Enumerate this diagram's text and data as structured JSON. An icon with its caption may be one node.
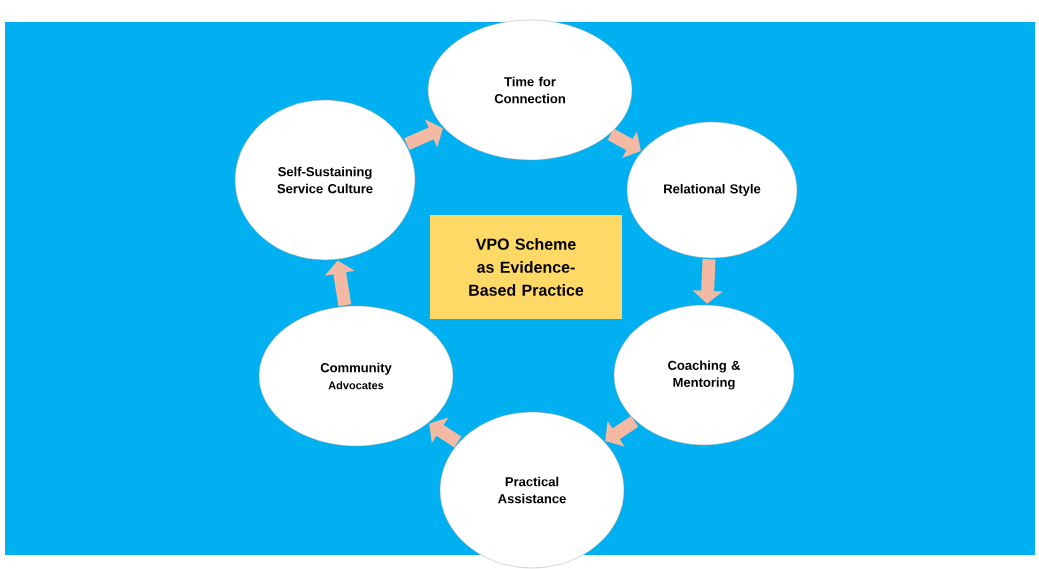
{
  "diagram": {
    "nodes": [
      {
        "text": [
          "Time for Connection"
        ]
      },
      {
        "text": [
          "Relational Style"
        ]
      },
      {
        "text": [
          "Coaching & Mentoring"
        ]
      },
      {
        "text": [
          "Practical Assistance"
        ]
      },
      {
        "text": [
          "Community",
          "Advocates"
        ]
      },
      {
        "text": [
          "Self-Sustaining Service Culture"
        ]
      },
      {
        "text": [
          "VPO Scheme as Evidence-Based Practice"
        ]
      }
    ],
    "edges": [
      {
        "from": 5,
        "to": 0,
        "arrow": "to"
      },
      {
        "from": 0,
        "to": 1,
        "arrow": "to"
      },
      {
        "from": 1,
        "to": 2,
        "arrow": "to"
      },
      {
        "from": 2,
        "to": 3,
        "arrow": "to"
      },
      {
        "from": 3,
        "to": 4,
        "arrow": "to"
      },
      {
        "from": 4,
        "to": 5,
        "arrow": "to"
      }
    ]
  }
}
